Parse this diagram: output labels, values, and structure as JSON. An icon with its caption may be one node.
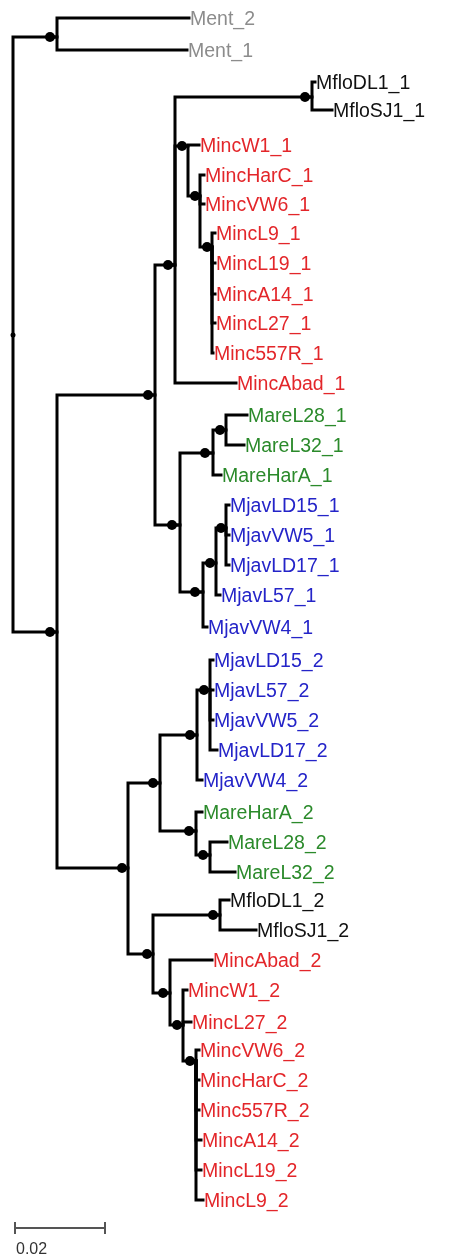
{
  "diagram": {
    "nodes": [
      {
        "text": [],
        "shape": "circle"
      },
      {
        "text": [],
        "shape": "circle"
      },
      {
        "text": [
          "Ment_2"
        ]
      },
      {
        "text": [
          "Ment_1"
        ]
      },
      {
        "text": [],
        "shape": "circle"
      },
      {
        "text": [],
        "shape": "circle"
      },
      {
        "text": [],
        "shape": "circle"
      },
      {
        "text": [],
        "shape": "circle"
      },
      {
        "text": [
          "MfloDL1_1"
        ]
      },
      {
        "text": [
          "MfloSJ1_1"
        ]
      },
      {
        "text": [],
        "shape": "circle"
      },
      {
        "text": [
          "MincW1_1"
        ]
      },
      {
        "text": [],
        "shape": "circle"
      },
      {
        "text": [
          "MincHarC_1"
        ]
      },
      {
        "text": [
          "MincVW6_1"
        ]
      },
      {
        "text": [],
        "shape": "circle"
      },
      {
        "text": [
          "MincL9_1"
        ]
      },
      {
        "text": [
          "MincL19_1"
        ]
      },
      {
        "text": [
          "MincA14_1"
        ]
      },
      {
        "text": [
          "MincL27_1"
        ]
      },
      {
        "text": [
          "Minc557R_1"
        ]
      },
      {
        "text": [
          "MincAbad_1"
        ]
      },
      {
        "text": [],
        "shape": "circle"
      },
      {
        "text": [],
        "shape": "circle"
      },
      {
        "text": [],
        "shape": "circle"
      },
      {
        "text": [
          "MareL28_1"
        ]
      },
      {
        "text": [
          "MareL32_1"
        ]
      },
      {
        "text": [
          "MareHarA_1"
        ]
      },
      {
        "text": [],
        "shape": "circle"
      },
      {
        "text": [],
        "shape": "circle"
      },
      {
        "text": [],
        "shape": "circle"
      },
      {
        "text": [
          "MjavLD15_1"
        ]
      },
      {
        "text": [
          "MjavVW5_1"
        ]
      },
      {
        "text": [
          "MjavLD17_1"
        ]
      },
      {
        "text": [
          "MjavL57_1"
        ]
      },
      {
        "text": [
          "MjavVW4_1"
        ]
      },
      {
        "text": [],
        "shape": "circle"
      },
      {
        "text": [],
        "shape": "circle"
      },
      {
        "text": [],
        "shape": "circle"
      },
      {
        "text": [],
        "shape": "circle"
      },
      {
        "text": [
          "MjavLD15_2"
        ]
      },
      {
        "text": [
          "MjavL57_2"
        ]
      },
      {
        "text": [
          "MjavVW5_2"
        ]
      },
      {
        "text": [
          "MjavLD17_2"
        ]
      },
      {
        "text": [
          "MjavVW4_2"
        ]
      },
      {
        "text": [],
        "shape": "circle"
      },
      {
        "text": [
          "MareHarA_2"
        ]
      },
      {
        "text": [],
        "shape": "circle"
      },
      {
        "text": [
          "MareL28_2"
        ]
      },
      {
        "text": [
          "MareL32_2"
        ]
      },
      {
        "text": [],
        "shape": "circle"
      },
      {
        "text": [],
        "shape": "circle"
      },
      {
        "text": [
          "MfloDL1_2"
        ]
      },
      {
        "text": [
          "MfloSJ1_2"
        ]
      },
      {
        "text": [],
        "shape": "circle"
      },
      {
        "text": [
          "MincAbad_2"
        ]
      },
      {
        "text": [],
        "shape": "circle"
      },
      {
        "text": [
          "MincW1_2"
        ]
      },
      {
        "text": [
          "MincL27_2"
        ]
      },
      {
        "text": [],
        "shape": "circle"
      },
      {
        "text": [
          "MincVW6_2"
        ]
      },
      {
        "text": [
          "MincHarC_2"
        ]
      },
      {
        "text": [
          "Minc557R_2"
        ]
      },
      {
        "text": [
          "MincA14_2"
        ]
      },
      {
        "text": [
          "MincL19_2"
        ]
      },
      {
        "text": [
          "MincL9_2"
        ]
      }
    ],
    "edges": [
      {
        "from": 0,
        "to": 1,
        "arrow": "none"
      },
      {
        "from": 0,
        "to": 4,
        "arrow": "none"
      },
      {
        "from": 1,
        "to": 2,
        "arrow": "none"
      },
      {
        "from": 1,
        "to": 3,
        "arrow": "none"
      },
      {
        "from": 4,
        "to": 5,
        "arrow": "none"
      },
      {
        "from": 4,
        "to": 36,
        "arrow": "none"
      },
      {
        "from": 5,
        "to": 6,
        "arrow": "none"
      },
      {
        "from": 5,
        "to": 22,
        "arrow": "none"
      },
      {
        "from": 6,
        "to": 7,
        "arrow": "none"
      },
      {
        "from": 6,
        "to": 10,
        "arrow": "none"
      },
      {
        "from": 6,
        "to": 21,
        "arrow": "none"
      },
      {
        "from": 7,
        "to": 8,
        "arrow": "none"
      },
      {
        "from": 7,
        "to": 9,
        "arrow": "none"
      },
      {
        "from": 10,
        "to": 11,
        "arrow": "none"
      },
      {
        "from": 10,
        "to": 12,
        "arrow": "none"
      },
      {
        "from": 12,
        "to": 13,
        "arrow": "none"
      },
      {
        "from": 12,
        "to": 14,
        "arrow": "none"
      },
      {
        "from": 12,
        "to": 15,
        "arrow": "none"
      },
      {
        "from": 15,
        "to": 16,
        "arrow": "none"
      },
      {
        "from": 15,
        "to": 17,
        "arrow": "none"
      },
      {
        "from": 15,
        "to": 18,
        "arrow": "none"
      },
      {
        "from": 15,
        "to": 19,
        "arrow": "none"
      },
      {
        "from": 15,
        "to": 20,
        "arrow": "none"
      },
      {
        "from": 22,
        "to": 23,
        "arrow": "none"
      },
      {
        "from": 22,
        "to": 28,
        "arrow": "none"
      },
      {
        "from": 23,
        "to": 24,
        "arrow": "none"
      },
      {
        "from": 23,
        "to": 27,
        "arrow": "none"
      },
      {
        "from": 24,
        "to": 25,
        "arrow": "none"
      },
      {
        "from": 24,
        "to": 26,
        "arrow": "none"
      },
      {
        "from": 28,
        "to": 29,
        "arrow": "none"
      },
      {
        "from": 28,
        "to": 35,
        "arrow": "none"
      },
      {
        "from": 29,
        "to": 30,
        "arrow": "none"
      },
      {
        "from": 29,
        "to": 34,
        "arrow": "none"
      },
      {
        "from": 30,
        "to": 31,
        "arrow": "none"
      },
      {
        "from": 30,
        "to": 32,
        "arrow": "none"
      },
      {
        "from": 30,
        "to": 33,
        "arrow": "none"
      },
      {
        "from": 36,
        "to": 37,
        "arrow": "none"
      },
      {
        "from": 36,
        "to": 50,
        "arrow": "none"
      },
      {
        "from": 37,
        "to": 38,
        "arrow": "none"
      },
      {
        "from": 37,
        "to": 45,
        "arrow": "none"
      },
      {
        "from": 38,
        "to": 39,
        "arrow": "none"
      },
      {
        "from": 38,
        "to": 44,
        "arrow": "none"
      },
      {
        "from": 39,
        "to": 40,
        "arrow": "none"
      },
      {
        "from": 39,
        "to": 41,
        "arrow": "none"
      },
      {
        "from": 39,
        "to": 42,
        "arrow": "none"
      },
      {
        "from": 39,
        "to": 43,
        "arrow": "none"
      },
      {
        "from": 45,
        "to": 46,
        "arrow": "none"
      },
      {
        "from": 45,
        "to": 47,
        "arrow": "none"
      },
      {
        "from": 47,
        "to": 48,
        "arrow": "none"
      },
      {
        "from": 47,
        "to": 49,
        "arrow": "none"
      },
      {
        "from": 50,
        "to": 51,
        "arrow": "none"
      },
      {
        "from": 50,
        "to": 54,
        "arrow": "none"
      },
      {
        "from": 51,
        "to": 52,
        "arrow": "none"
      },
      {
        "from": 51,
        "to": 53,
        "arrow": "none"
      },
      {
        "from": 54,
        "to": 55,
        "arrow": "none"
      },
      {
        "from": 54,
        "to": 56,
        "arrow": "none"
      },
      {
        "from": 56,
        "to": 57,
        "arrow": "none"
      },
      {
        "from": 56,
        "to": 58,
        "arrow": "none"
      },
      {
        "from": 56,
        "to": 59,
        "arrow": "none"
      },
      {
        "from": 59,
        "to": 60,
        "arrow": "none"
      },
      {
        "from": 59,
        "to": 61,
        "arrow": "none"
      },
      {
        "from": 59,
        "to": 62,
        "arrow": "none"
      },
      {
        "from": 59,
        "to": 63,
        "arrow": "none"
      },
      {
        "from": 59,
        "to": 64,
        "arrow": "none"
      },
      {
        "from": 59,
        "to": 65,
        "arrow": "none"
      }
    ],
    "labels": [
      "0.02"
    ]
  }
}
